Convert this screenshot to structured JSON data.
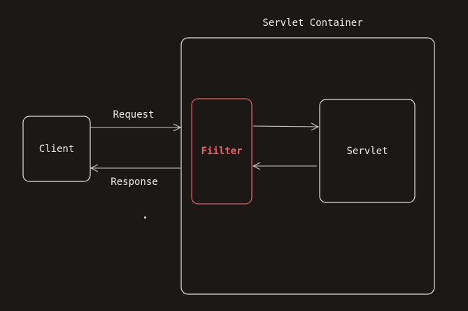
{
  "diagram": {
    "container_title": "Servlet Container",
    "nodes": {
      "client": "Client",
      "filter": "Fiilter",
      "servlet": "Servlet"
    },
    "edges": {
      "request": "Request",
      "response": "Response"
    }
  },
  "colors": {
    "background": "#1b1816",
    "stroke": "#e6e1da",
    "filter_accent": "#e8636a",
    "text": "#ece8e2"
  }
}
